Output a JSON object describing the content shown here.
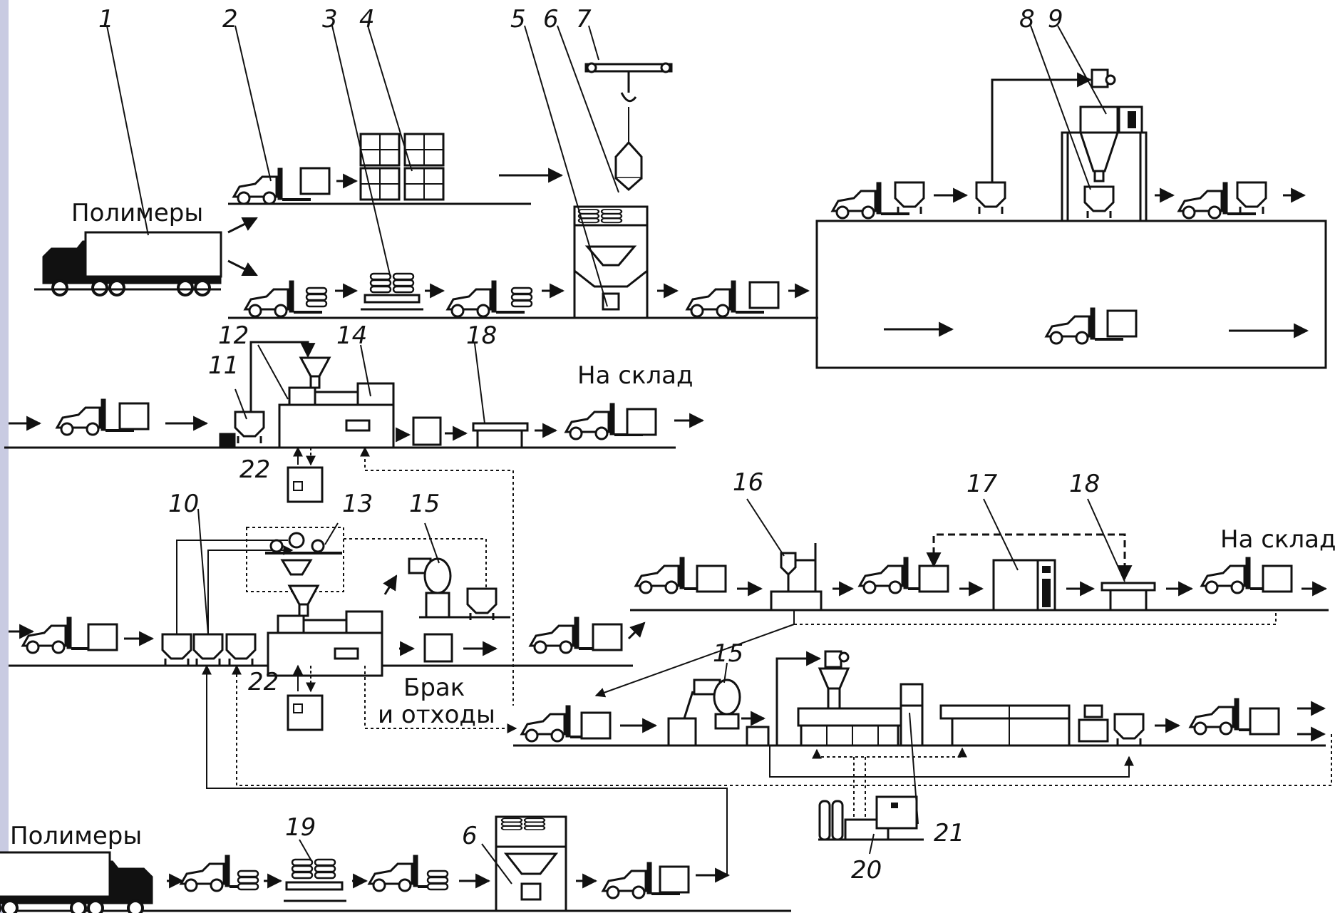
{
  "colors": {
    "ink": "#111111",
    "left_strip": "#c9cbe2",
    "background": "#ffffff"
  },
  "labels": {
    "polymers_top": "Полимеры",
    "polymers_bottom": "Полимеры",
    "to_warehouse_1": "На склад",
    "to_warehouse_2": "На склад",
    "defect_line1": "Брак",
    "defect_line2": "и отходы"
  },
  "numbers": {
    "n1": "1",
    "n2": "2",
    "n3": "3",
    "n4": "4",
    "n5": "5",
    "n6": "6",
    "n7": "7",
    "n8": "8",
    "n9": "9",
    "n10": "10",
    "n11": "11",
    "n12": "12",
    "n13": "13",
    "n14": "14",
    "n15a": "15",
    "n15b": "15",
    "n16": "16",
    "n17": "17",
    "n18a": "18",
    "n18b": "18",
    "n19": "19",
    "n6b": "6",
    "n20": "20",
    "n21": "21",
    "n22a": "22",
    "n22b": "22"
  },
  "icons": [
    "truck-icon",
    "forklift-icon",
    "pallet-icon",
    "hopper-icon",
    "crane-icon",
    "injection-molding-machine-icon",
    "robot-arm-icon",
    "dryer-icon",
    "table-icon",
    "extruder-icon",
    "gas-cylinder-icon"
  ]
}
